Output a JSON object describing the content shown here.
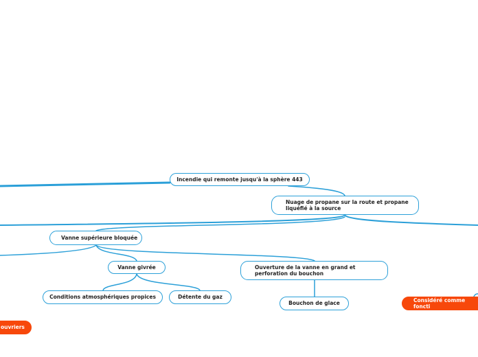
{
  "colors": {
    "line": "#2a9fd8",
    "node_border": "#2a9fd8",
    "alert": "#f7480b"
  },
  "nodes": {
    "incendie": "Incendie qui remonte jusqu'à la sphère 443",
    "nuage": "Nuage de propane sur la route et propane\nliquéfié à la source",
    "vanne_superieure": "Vanne supérieure bloquée",
    "vanne_givree": "Vanne givrée",
    "ouverture": "Ouverture de la vanne en grand et\nperforation du bouchon",
    "conditions": "Conditions atmosphériques propices",
    "detente": "Détente du gaz",
    "bouchon": "Bouchon de glace",
    "considere": "Considéré comme foncti",
    "ouvriers": "ouvriers"
  }
}
